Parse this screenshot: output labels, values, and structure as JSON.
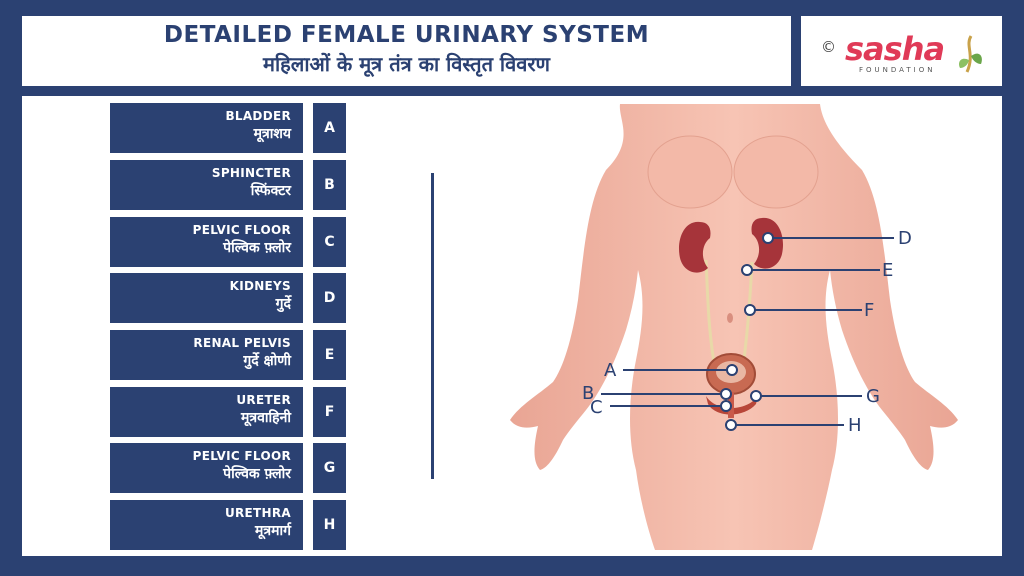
{
  "header": {
    "title_en": "DETAILED FEMALE URINARY SYSTEM",
    "title_hi": "महिलाओं के मूत्र तंत्र का विस्तृत विवरण"
  },
  "logo": {
    "copyright": "©",
    "name": "sasha",
    "sub": "FOUNDATION"
  },
  "legend": [
    {
      "en": "BLADDER",
      "hi": "मूत्राशय",
      "letter": "A"
    },
    {
      "en": "SPHINCTER",
      "hi": "स्फिंक्टर",
      "letter": "B"
    },
    {
      "en": "PELVIC FLOOR",
      "hi": "पेल्विक फ़्लोर",
      "letter": "C"
    },
    {
      "en": "KIDNEYS",
      "hi": "गुर्दे",
      "letter": "D"
    },
    {
      "en": "RENAL PELVIS",
      "hi": "गुर्दे क्षोणी",
      "letter": "E"
    },
    {
      "en": "URETER",
      "hi": "मूत्रवाहिनी",
      "letter": "F"
    },
    {
      "en": "PELVIC FLOOR",
      "hi": "पेल्विक फ़्लोर",
      "letter": "G"
    },
    {
      "en": "URETHRA",
      "hi": "मूत्रमार्ग",
      "letter": "H"
    }
  ],
  "callouts": [
    "A",
    "B",
    "C",
    "D",
    "E",
    "F",
    "G",
    "H"
  ],
  "colors": {
    "navy": "#2b4172",
    "skin": "#f4b8a8",
    "kidney": "#a6343a",
    "brand": "#e03a57"
  }
}
